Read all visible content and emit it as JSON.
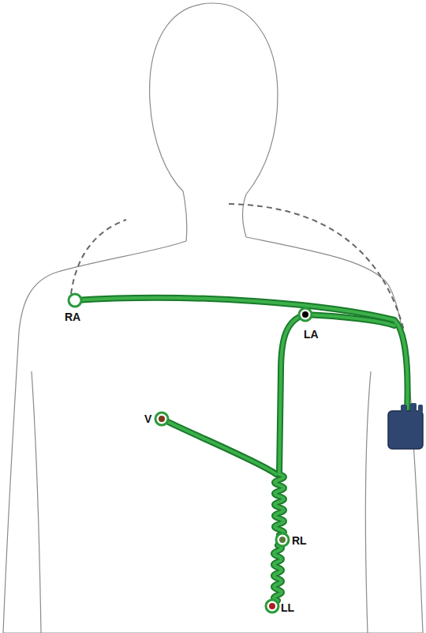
{
  "diagram": {
    "labels": [
      "RA",
      "LA",
      "V",
      "RL",
      "LL"
    ]
  }
}
